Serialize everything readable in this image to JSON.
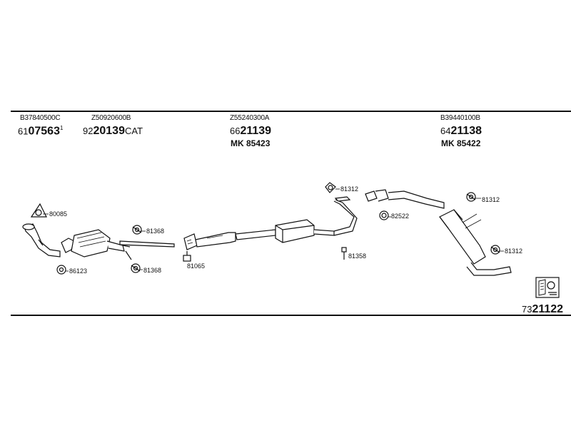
{
  "header": {
    "col1": {
      "code": "B37840500C",
      "prefix": "61",
      "number": "07563",
      "suffix": "1"
    },
    "col2": {
      "code": "Z50920600B",
      "prefix": "92",
      "number": "20139",
      "suffix": "CAT"
    },
    "col3": {
      "code": "Z55240300A",
      "prefix": "66",
      "number": "21139",
      "mk": "MK  85423"
    },
    "col4": {
      "code": "B39440100B",
      "prefix": "64",
      "number": "21138",
      "mk": "MK  85422"
    }
  },
  "parts": {
    "p80085": "80085",
    "p86123": "86123",
    "p81368a": "81368",
    "p81368b": "81368",
    "p81065": "81065",
    "p81312a": "81312",
    "p81358": "81358",
    "p82522": "82522",
    "p81312b": "81312",
    "p81312c": "81312"
  },
  "footer": {
    "prefix": "73",
    "number": "21122",
    "icon": "document-book-icon"
  }
}
